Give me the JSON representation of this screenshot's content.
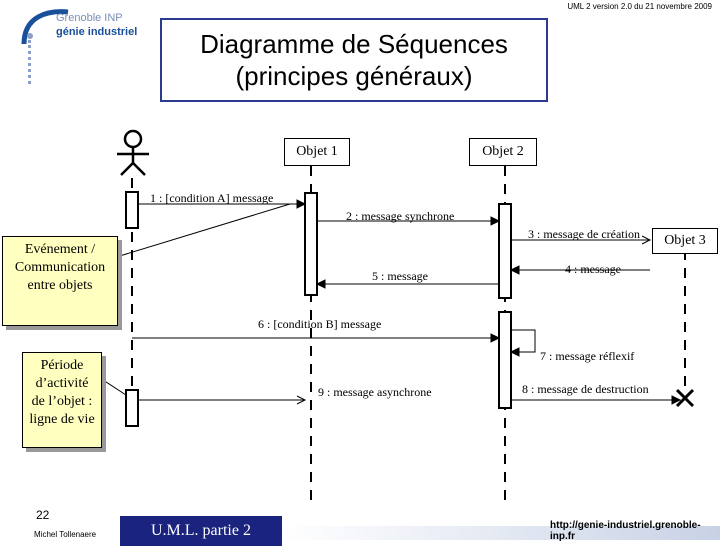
{
  "header": {
    "ref": "UML 2 version 2.0 du 21 novembre 2009"
  },
  "logo": {
    "line1": "Grenoble INP",
    "line2": "génie industriel"
  },
  "title": {
    "line1": "Diagramme de Séquences",
    "line2": "(principes généraux)"
  },
  "objects": {
    "obj1": "Objet 1",
    "obj2": "Objet 2",
    "obj3": "Objet 3"
  },
  "messages": {
    "m1": "1 : [condition A] message",
    "m2": "2 : message synchrone",
    "m3": "3 : message de création",
    "m4": "4 : message",
    "m5": "5 : message",
    "m6": "6 : [condition B] message",
    "m7": "7 : message réflexif",
    "m8": "8 : message de destruction",
    "m9": "9 : message asynchrone"
  },
  "notes": {
    "event": [
      "Evénement /",
      "Communication",
      "entre objets"
    ],
    "period": [
      "Période",
      "d’activité",
      "de l’objet :",
      "ligne de vie"
    ]
  },
  "footer": {
    "page": "22",
    "author": "Michel Tollenaere",
    "course": "U.M.L. partie 2",
    "url": "http://genie-industriel.grenoble-inp.fr"
  },
  "colors": {
    "title_border": "#2b3a8f",
    "note_fill": "#ffffc0",
    "course_bg": "#1a237e"
  }
}
